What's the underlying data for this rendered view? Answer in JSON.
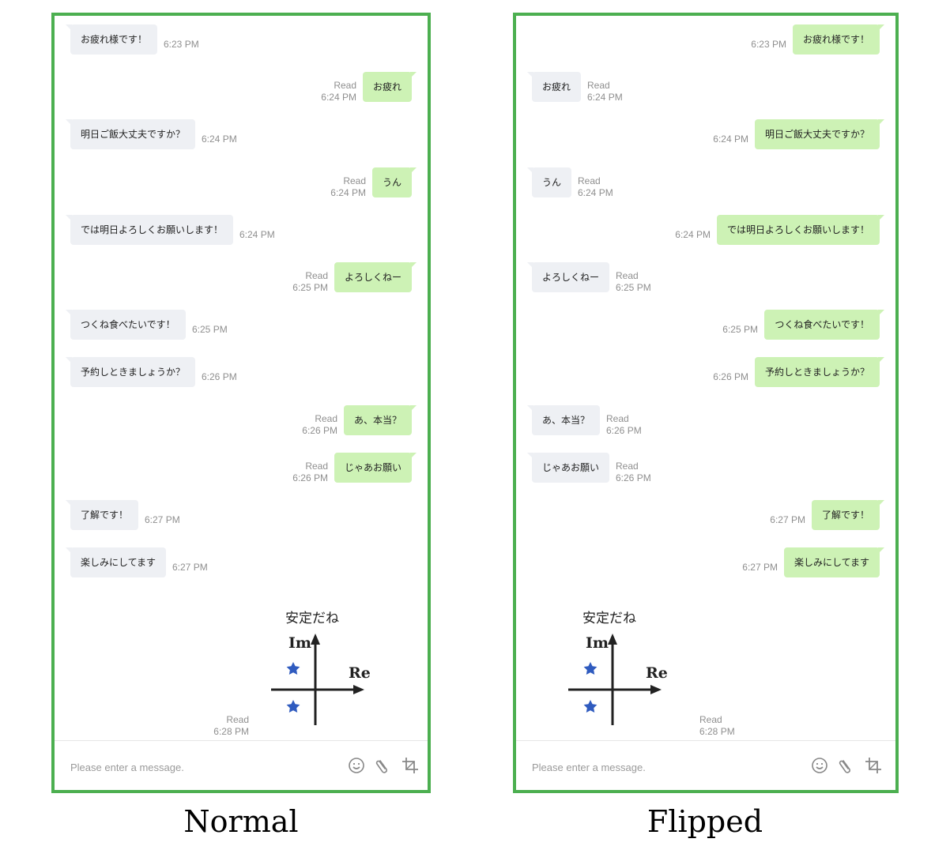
{
  "panels": {
    "normal": {
      "caption": "Normal",
      "messages": [
        {
          "side": "in",
          "text": "お疲れ様です！",
          "time": "6:23 PM",
          "read": ""
        },
        {
          "side": "out",
          "text": "お疲れ",
          "time": "6:24 PM",
          "read": "Read"
        },
        {
          "side": "in",
          "text": "明日ご飯大丈夫ですか？",
          "time": "6:24 PM",
          "read": ""
        },
        {
          "side": "out",
          "text": "うん",
          "time": "6:24 PM",
          "read": "Read"
        },
        {
          "side": "in",
          "text": "では明日よろしくお願いします！",
          "time": "6:24 PM",
          "read": ""
        },
        {
          "side": "out",
          "text": "よろしくねー",
          "time": "6:25 PM",
          "read": "Read"
        },
        {
          "side": "in",
          "text": "つくね食べたいです！",
          "time": "6:25 PM",
          "read": ""
        },
        {
          "side": "in",
          "text": "予約しときましょうか？",
          "time": "6:26 PM",
          "read": ""
        },
        {
          "side": "out",
          "text": "あ、本当？",
          "time": "6:26 PM",
          "read": "Read"
        },
        {
          "side": "out",
          "text": "じゃあお願い",
          "time": "6:26 PM",
          "read": "Read"
        },
        {
          "side": "in",
          "text": "了解です！",
          "time": "6:27 PM",
          "read": ""
        },
        {
          "side": "in",
          "text": "楽しみにしてます",
          "time": "6:27 PM",
          "read": ""
        }
      ],
      "sticker": {
        "side": "out",
        "title": "安定だね",
        "im_label": "Im",
        "re_label": "Re",
        "time": "6:28 PM",
        "read": "Read"
      }
    },
    "flipped": {
      "caption": "Flipped",
      "messages": [
        {
          "side": "out",
          "text": "お疲れ様です！",
          "time": "6:23 PM",
          "read": ""
        },
        {
          "side": "in",
          "text": "お疲れ",
          "time": "6:24 PM",
          "read": "Read"
        },
        {
          "side": "out",
          "text": "明日ご飯大丈夫ですか？",
          "time": "6:24 PM",
          "read": ""
        },
        {
          "side": "in",
          "text": "うん",
          "time": "6:24 PM",
          "read": "Read"
        },
        {
          "side": "out",
          "text": "では明日よろしくお願いします！",
          "time": "6:24 PM",
          "read": ""
        },
        {
          "side": "in",
          "text": "よろしくねー",
          "time": "6:25 PM",
          "read": "Read"
        },
        {
          "side": "out",
          "text": "つくね食べたいです！",
          "time": "6:25 PM",
          "read": ""
        },
        {
          "side": "out",
          "text": "予約しときましょうか？",
          "time": "6:26 PM",
          "read": ""
        },
        {
          "side": "in",
          "text": "あ、本当？",
          "time": "6:26 PM",
          "read": "Read"
        },
        {
          "side": "in",
          "text": "じゃあお願い",
          "time": "6:26 PM",
          "read": "Read"
        },
        {
          "side": "out",
          "text": "了解です！",
          "time": "6:27 PM",
          "read": ""
        },
        {
          "side": "out",
          "text": "楽しみにしてます",
          "time": "6:27 PM",
          "read": ""
        }
      ],
      "sticker": {
        "side": "in",
        "title": "安定だね",
        "im_label": "Im",
        "re_label": "Re",
        "time": "6:28 PM",
        "read": "Read"
      }
    }
  },
  "composer": {
    "placeholder": "Please enter a message.",
    "icons": [
      "emoji-icon",
      "paperclip-icon",
      "crop-icon"
    ]
  },
  "colors": {
    "frame": "#4caf50",
    "incoming_bubble": "#eef0f4",
    "outgoing_bubble": "#cdf2b5",
    "meta_text": "#8f8f8f",
    "star": "#2f5bbf"
  }
}
